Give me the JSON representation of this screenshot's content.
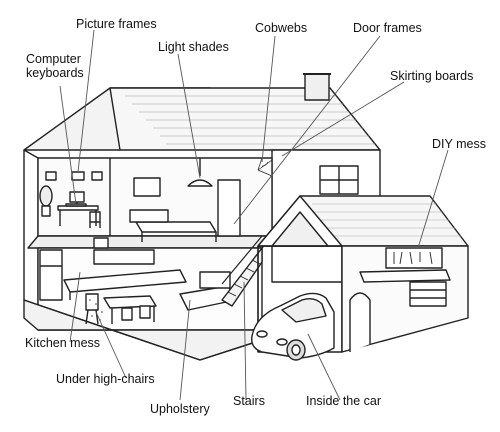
{
  "labels": {
    "picture_frames": "Picture frames",
    "light_shades": "Light shades",
    "cobwebs": "Cobwebs",
    "door_frames": "Door frames",
    "computer_keyboards": "Computer keyboards",
    "skirting_boards": "Skirting boards",
    "diy_mess": "DIY mess",
    "kitchen_mess": "Kitchen mess",
    "under_high_chairs": "Under high-chairs",
    "upholstery": "Upholstery",
    "stairs": "Stairs",
    "inside_the_car": "Inside the car"
  },
  "colors": {
    "line": "#222222",
    "wall_fill": "#ffffff",
    "shade": "#e8e8e8",
    "leader": "#555555"
  }
}
